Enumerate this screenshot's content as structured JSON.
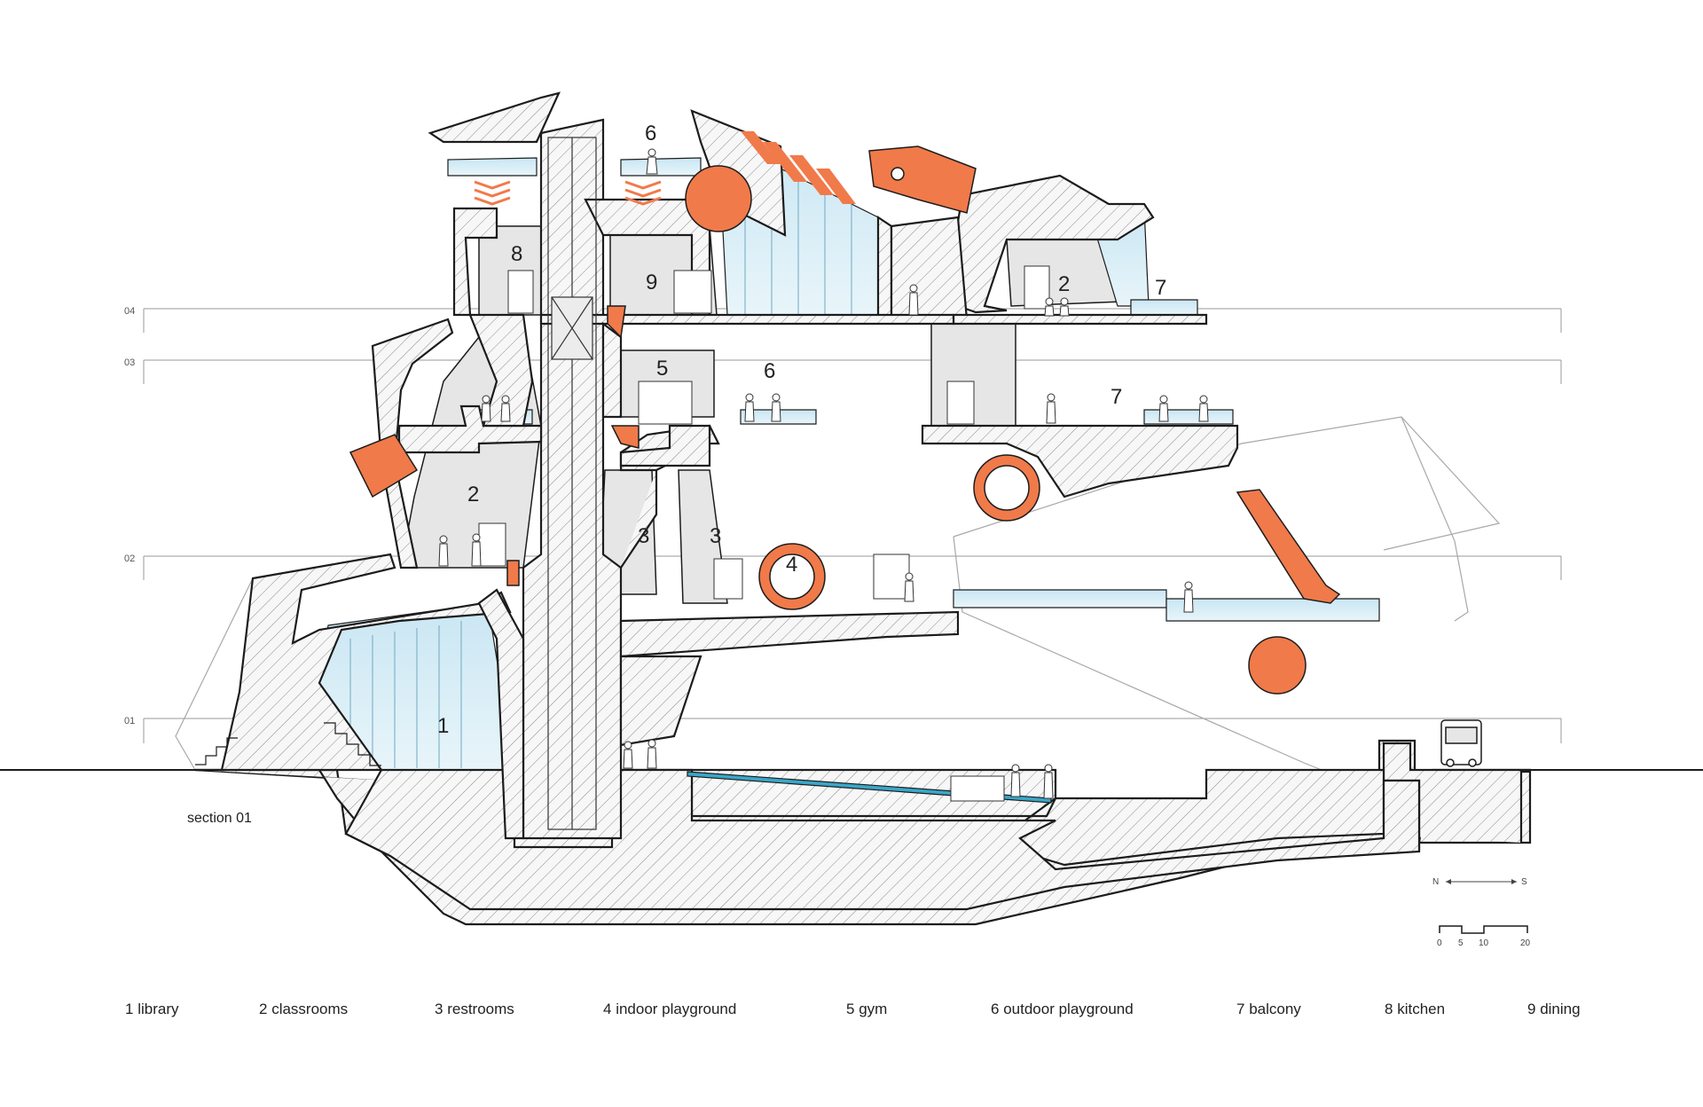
{
  "section_title": "section 01",
  "levels": [
    "01",
    "02",
    "03",
    "04"
  ],
  "room_numbers": {
    "library": "1",
    "classrooms_upper": "2",
    "classrooms_lower": "2",
    "restrooms_a": "3",
    "restrooms_b": "3",
    "indoor_playground": "4",
    "gym": "5",
    "outdoor_playground_top": "6",
    "outdoor_playground_mid": "6",
    "balcony_upper": "7",
    "balcony_mid": "7",
    "kitchen": "8",
    "dining": "9"
  },
  "legend": [
    {
      "num": "1",
      "name": "library"
    },
    {
      "num": "2",
      "name": "classrooms"
    },
    {
      "num": "3",
      "name": "restrooms"
    },
    {
      "num": "4",
      "name": "indoor playground"
    },
    {
      "num": "5",
      "name": "gym"
    },
    {
      "num": "6",
      "name": "outdoor playground"
    },
    {
      "num": "7",
      "name": "balcony"
    },
    {
      "num": "8",
      "name": "kitchen"
    },
    {
      "num": "9",
      "name": "dining"
    }
  ],
  "compass": {
    "north": "N",
    "south": "S"
  },
  "scale_labels": [
    "0",
    "5",
    "10",
    "20"
  ],
  "colors": {
    "hatch_fill": "#f4f4f4",
    "interior_grey": "#e6e6e6",
    "glass_blue": "#d6ecf5",
    "accent_orange": "#f07a4a",
    "line": "#1c1c1c"
  }
}
